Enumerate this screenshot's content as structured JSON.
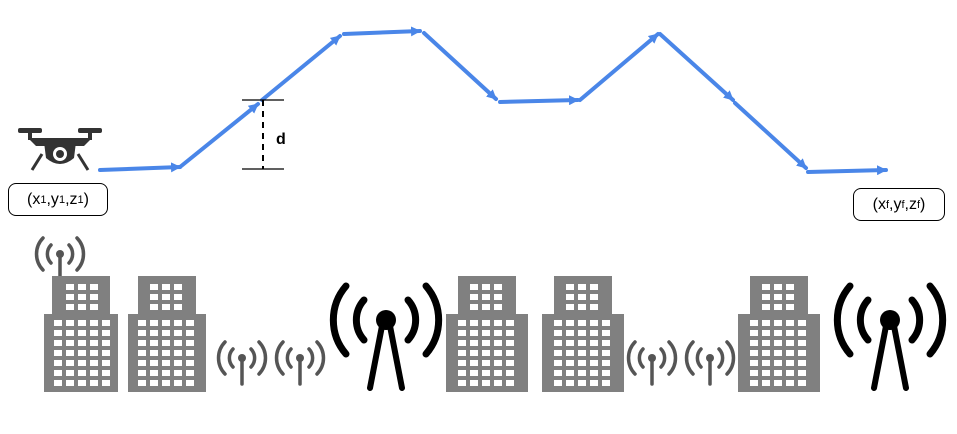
{
  "diagram": {
    "start_label": {
      "parts": [
        "(x",
        "1",
        ",y",
        "1",
        ",z",
        "1",
        " )"
      ]
    },
    "end_label": {
      "parts": [
        "(x",
        "f",
        ",y",
        "f",
        ",z",
        "f",
        " )"
      ]
    },
    "height_label": "d",
    "colors": {
      "trajectory": "#4A86E8",
      "building": "#808080",
      "window": "#ffffff",
      "antenna": "#000000",
      "small_antenna": "#555555"
    },
    "icons": [
      "drone-icon",
      "building-icon",
      "cell-tower-icon",
      "small-antenna-icon",
      "rooftop-antenna-icon"
    ]
  }
}
